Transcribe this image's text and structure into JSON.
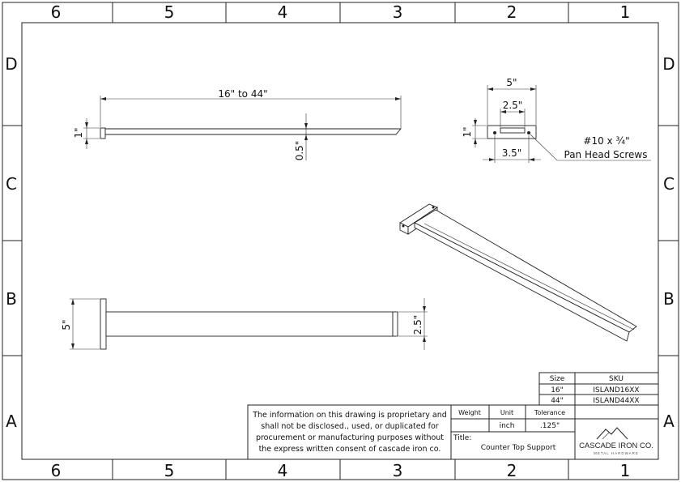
{
  "zones": {
    "columns": [
      "6",
      "5",
      "4",
      "3",
      "2",
      "1"
    ],
    "rows": [
      "D",
      "C",
      "B",
      "A"
    ]
  },
  "dimensions": {
    "top_length": "16\" to 44\"",
    "top_height": "1\"",
    "top_thickness": "0.5\"",
    "end_width": "5\"",
    "end_slot": "2.5\"",
    "end_height": "1\"",
    "end_screw_spacing": "3.5\"",
    "screw_note_line1": "#10 x ¾\"",
    "screw_note_line2": "Pan Head Screws",
    "bottom_plate_height": "5\"",
    "bottom_bar_height": "2.5\""
  },
  "sku_table": {
    "headers": [
      "Size",
      "SKU"
    ],
    "rows": [
      [
        "16\"",
        "ISLAND16XX"
      ],
      [
        "44\"",
        "ISLAND44XX"
      ]
    ]
  },
  "title_block": {
    "notice": [
      "The information on this drawing is proprietary and",
      "shall not be disclosed., used, or duplicated for",
      "procurement or manufacturing purposes without",
      "the express written consent of cascade iron co."
    ],
    "weight_label": "Weight",
    "weight_value": "",
    "unit_label": "Unit",
    "unit_value": "inch",
    "tolerance_label": "Tolerance",
    "tolerance_value": ".125\"",
    "title_label": "Title:",
    "title_value": "Counter Top Support",
    "company": "CASCADE IRON CO.",
    "company_sub": "METAL HARDWARE"
  },
  "colors": {
    "line": "#222222",
    "background": "#ffffff"
  }
}
